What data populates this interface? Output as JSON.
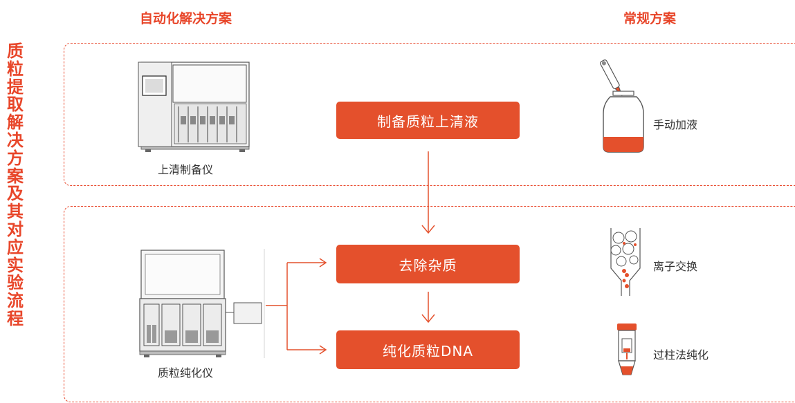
{
  "side_title": "质粒提取解决方案及其对应实验流程",
  "headers": {
    "automated": "自动化解决方案",
    "conventional": "常规方案"
  },
  "instruments": {
    "supernatant": "上清制备仪",
    "purifier": "质粒纯化仪"
  },
  "steps": {
    "prepare": "制备质粒上清液",
    "remove": "去除杂质",
    "purify": "纯化质粒DNA"
  },
  "methods": {
    "manual": "手动加液",
    "ion": "离子交换",
    "column": "过柱法纯化"
  },
  "colors": {
    "accent": "#e4502c",
    "dashed": "#e8462a",
    "text": "#333333"
  }
}
